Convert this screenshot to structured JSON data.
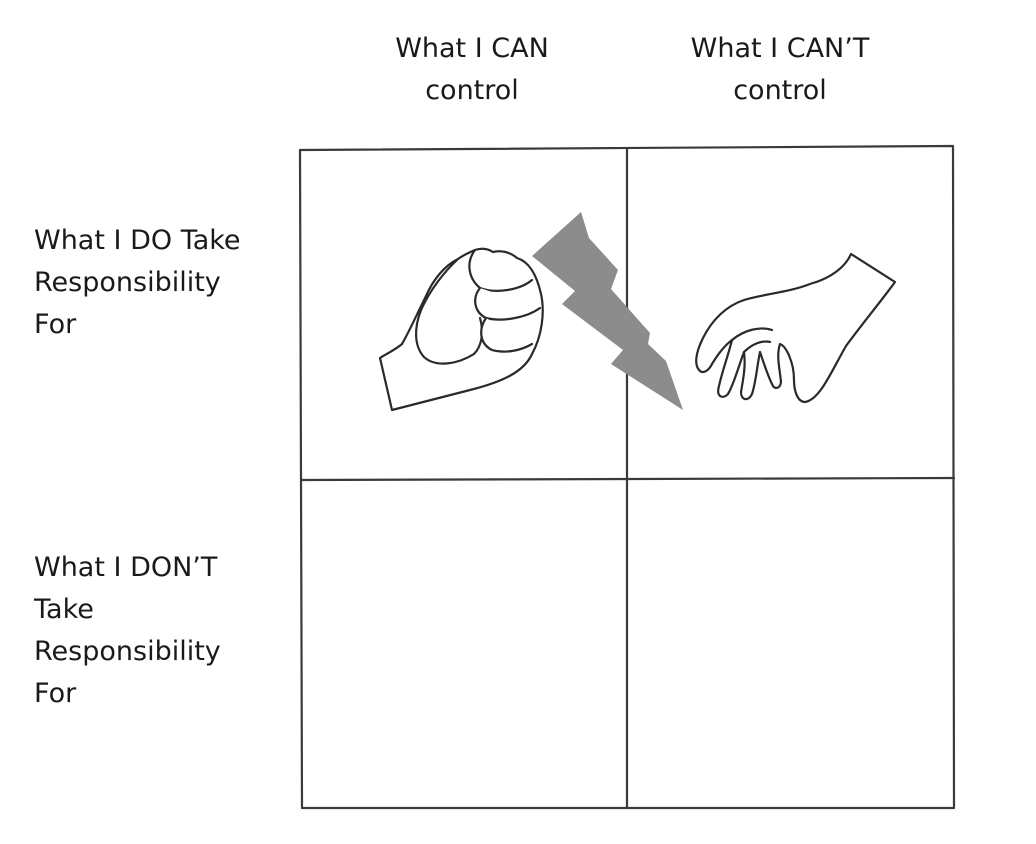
{
  "columns": [
    {
      "lines": [
        "What I CAN",
        "control"
      ]
    },
    {
      "lines": [
        "What I CAN’T",
        "control"
      ]
    }
  ],
  "rows": [
    {
      "lines": [
        "What I DO Take",
        "Responsibility",
        "For"
      ]
    },
    {
      "lines": [
        "What I DON’T",
        "Take",
        "Responsibility",
        "For"
      ]
    }
  ],
  "illustrations": {
    "left_hand": "clenched-fist-icon",
    "lightning": "lightning-bolt-icon",
    "right_hand": "open-hand-icon"
  },
  "colors": {
    "grid_line": "#3a3a3a",
    "text": "#1a1a1a",
    "lightning_fill": "#8c8c8c",
    "hand_stroke": "#2a2a2a"
  }
}
